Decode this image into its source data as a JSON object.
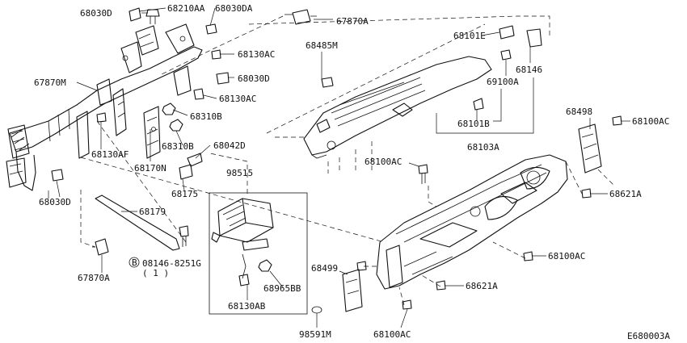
{
  "diagram": {
    "code": "E680003A",
    "labels": {
      "p68030D_top": "68030D",
      "p68210AA": "68210AA",
      "p68030DA": "68030DA",
      "p67870A_top": "67870A",
      "p68130AC_1": "68130AC",
      "p68030D_mid": "68030D",
      "p68130AC_2": "68130AC",
      "p67870M": "67870M",
      "p68310B_1": "68310B",
      "p68310B_2": "68310B",
      "p68130AF": "68130AF",
      "p68170N": "68170N",
      "p68042D": "68042D",
      "p68175": "68175",
      "p68030D_bot": "68030D",
      "p98515": "98515",
      "p68179": "68179",
      "p08146": "08146-8251G",
      "p08146_qty": "( 1 )",
      "p67870A_bot": "67870A",
      "p68965BB": "68965BB",
      "p68130AB": "68130AB",
      "p68485M": "68485M",
      "p68101E": "68101E",
      "p68146": "68146",
      "p69100A": "69100A",
      "p68101B": "68101B",
      "p68103A": "68103A",
      "p68498": "68498",
      "p68100AC_r": "68100AC",
      "p68100AC_m": "68100AC",
      "p68621A_r": "68621A",
      "p68100AC_rb": "68100AC",
      "p68499": "68499",
      "p68621A_b": "68621A",
      "p98591M": "98591M",
      "p68100AC_b": "68100AC"
    },
    "circled_letter": "B"
  }
}
